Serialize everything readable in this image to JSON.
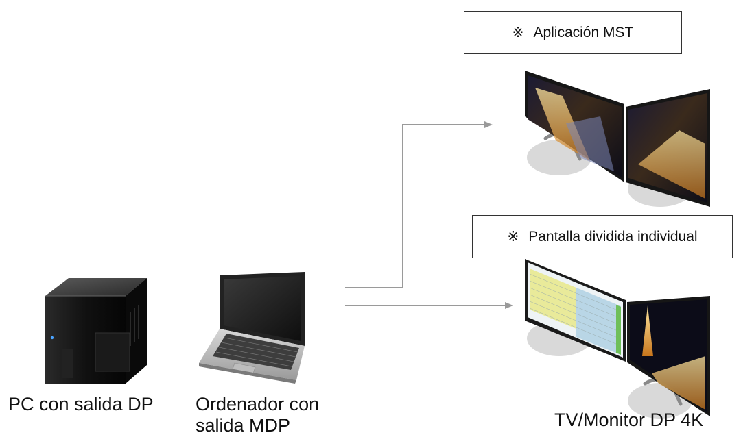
{
  "boxes": {
    "mst": {
      "mark": "※",
      "text": "Aplicación MST"
    },
    "split": {
      "mark": "※",
      "text": "Pantalla dividida individual"
    }
  },
  "captions": {
    "pc": "PC con salida DP",
    "laptop": "Ordenador con salida MDP",
    "monitor": "TV/Monitor DP 4K"
  },
  "colors": {
    "arrow": "#9a9a9a",
    "box_border": "#333333",
    "stand_shadow": "#d9d9d9"
  }
}
